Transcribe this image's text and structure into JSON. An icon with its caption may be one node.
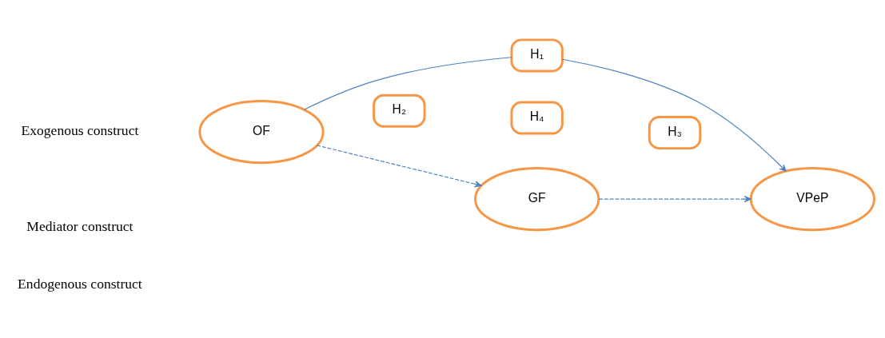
{
  "diagram": {
    "nodes": [
      {
        "text": [
          "OF"
        ]
      },
      {
        "text": [
          "GF"
        ]
      },
      {
        "text": [
          "VPeP"
        ]
      },
      {
        "text": [
          "H₂"
        ]
      },
      {
        "text": [
          "H₄"
        ]
      },
      {
        "text": [
          "H₁"
        ]
      },
      {
        "text": [
          "H₃"
        ]
      }
    ],
    "edges": [
      {
        "from": 0,
        "to": 1,
        "arrow": "to",
        "style": "dashed"
      },
      {
        "from": 1,
        "to": 2,
        "arrow": "to",
        "style": "dashed"
      },
      {
        "from": 0,
        "to": 5,
        "arrow": "none"
      },
      {
        "from": 5,
        "to": 2,
        "arrow": "to"
      }
    ],
    "labels": [
      "Exogenous construct",
      "Mediator construct",
      "Endogenous construct"
    ]
  }
}
